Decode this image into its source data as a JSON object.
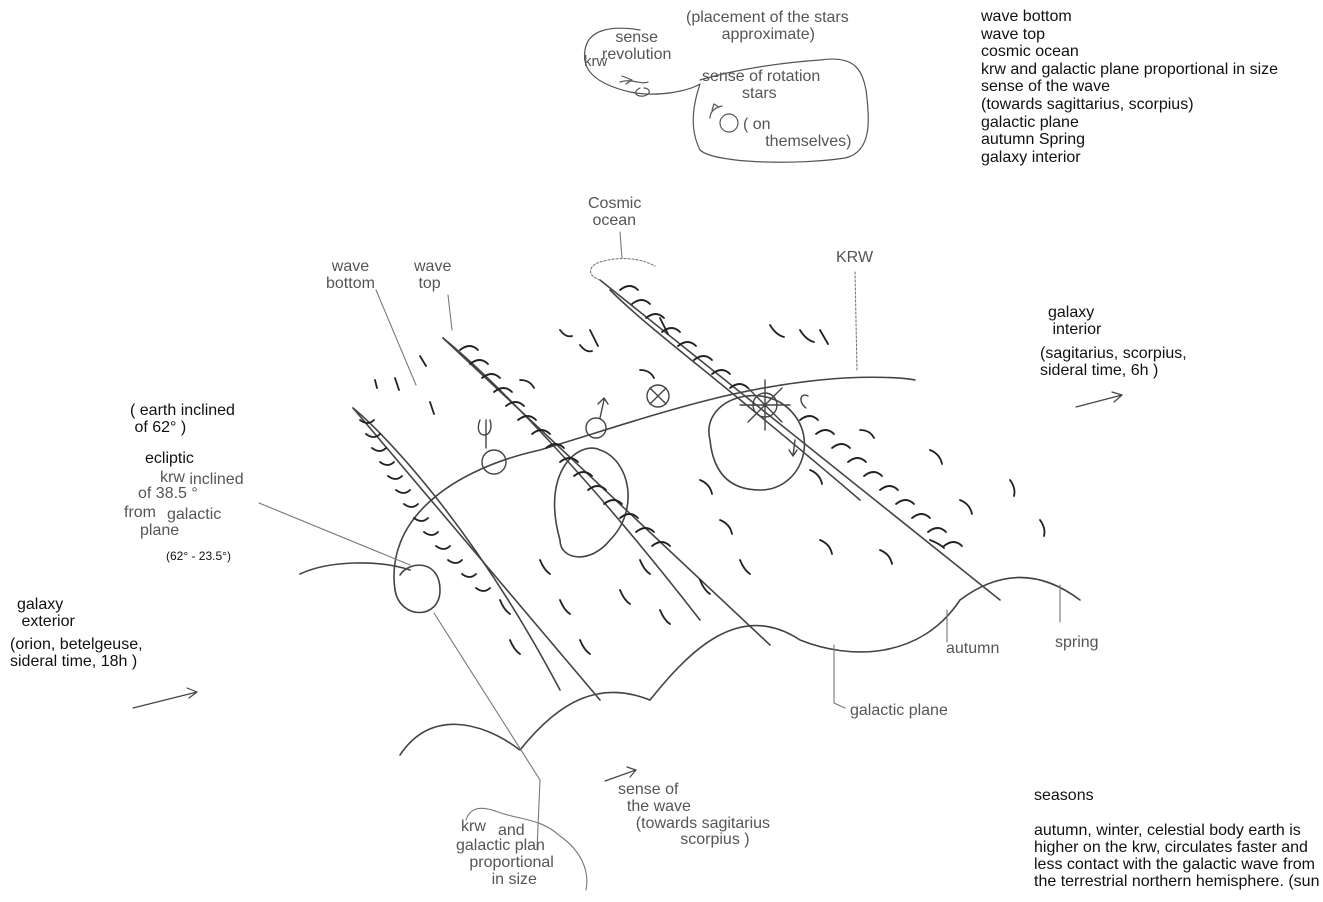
{
  "legend": [
    "wave bottom",
    "wave top",
    "cosmic ocean",
    "krw and galactic plane proportional in size",
    "sense of the wave",
    "(towards sagittarius, scorpius)",
    "galactic plane",
    "autumn Spring",
    "galaxy interior"
  ],
  "inset": {
    "note": "(placement of the stars\n        approximate)",
    "sense_revolution": "sense\nrevolution",
    "krw": "krw",
    "sense_rotation": "sense of rotation\n         stars",
    "on_themselves": "( on\n     themselves)"
  },
  "labels": {
    "cosmic_ocean": "Cosmic\n ocean",
    "krw_top": "KRW",
    "wave_bottom": "wave\nbottom",
    "wave_top": "wave\n top",
    "galaxy_interior": "galaxy\n interior",
    "galaxy_interior_detail": "(sagitarius, scorpius,\nsideral time, 6h )",
    "earth_inclined": "( earth inclined\n of 62° )",
    "ecliptic": "ecliptic",
    "krw_inclined_krw": "krw",
    "krw_inclined_inclined": "inclined",
    "of_38": "of 38.5 °",
    "from": "from",
    "galactic": "galactic",
    "plane": "plane",
    "angle_calc": "(62° - 23.5°)",
    "galaxy_exterior": "galaxy\n exterior",
    "galaxy_exterior_detail": "(orion, betelgeuse,\nsideral time, 18h )",
    "autumn": "autumn",
    "spring": "spring",
    "galactic_plane": "galactic plane",
    "sense_of_wave": "sense of\n  the wave\n    (towards sagitarius\n              scorpius )",
    "krw_bottom": "krw",
    "and": "and",
    "galactic_plan": "galactic plan\n   proportional\n        in size"
  },
  "seasons": {
    "heading": "seasons",
    "text": "autumn, winter, celestial body earth is higher on the krw, circulates faster and less contact with the galactic wave from the terrestrial northern hemisphere. (sun"
  }
}
